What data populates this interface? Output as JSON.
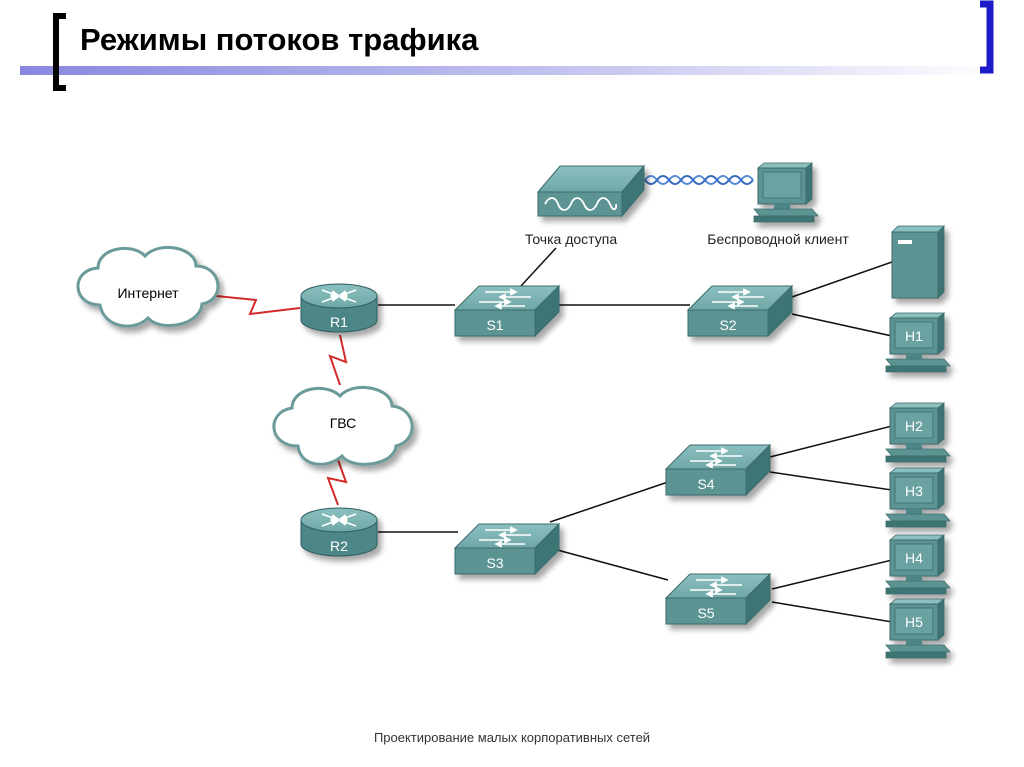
{
  "slide": {
    "title": "Режимы потоков трафика",
    "footer": "Проектирование малых корпоративных сетей"
  },
  "colors": {
    "accent_blue": "#1c1cc8",
    "device_teal": "#5c9494",
    "wan_link": "#d42a2a",
    "lan_link": "#111111"
  },
  "nodes": {
    "internet": "Интернет",
    "wan": "ГВС",
    "r1": "R1",
    "r2": "R2",
    "s1": "S1",
    "s2": "S2",
    "s3": "S3",
    "s4": "S4",
    "s5": "S5",
    "access_point": "Точка доступа",
    "wireless_client": "Беспроводной клиент",
    "h1": "H1",
    "h2": "H2",
    "h3": "H3",
    "h4": "H4",
    "h5": "H5"
  }
}
